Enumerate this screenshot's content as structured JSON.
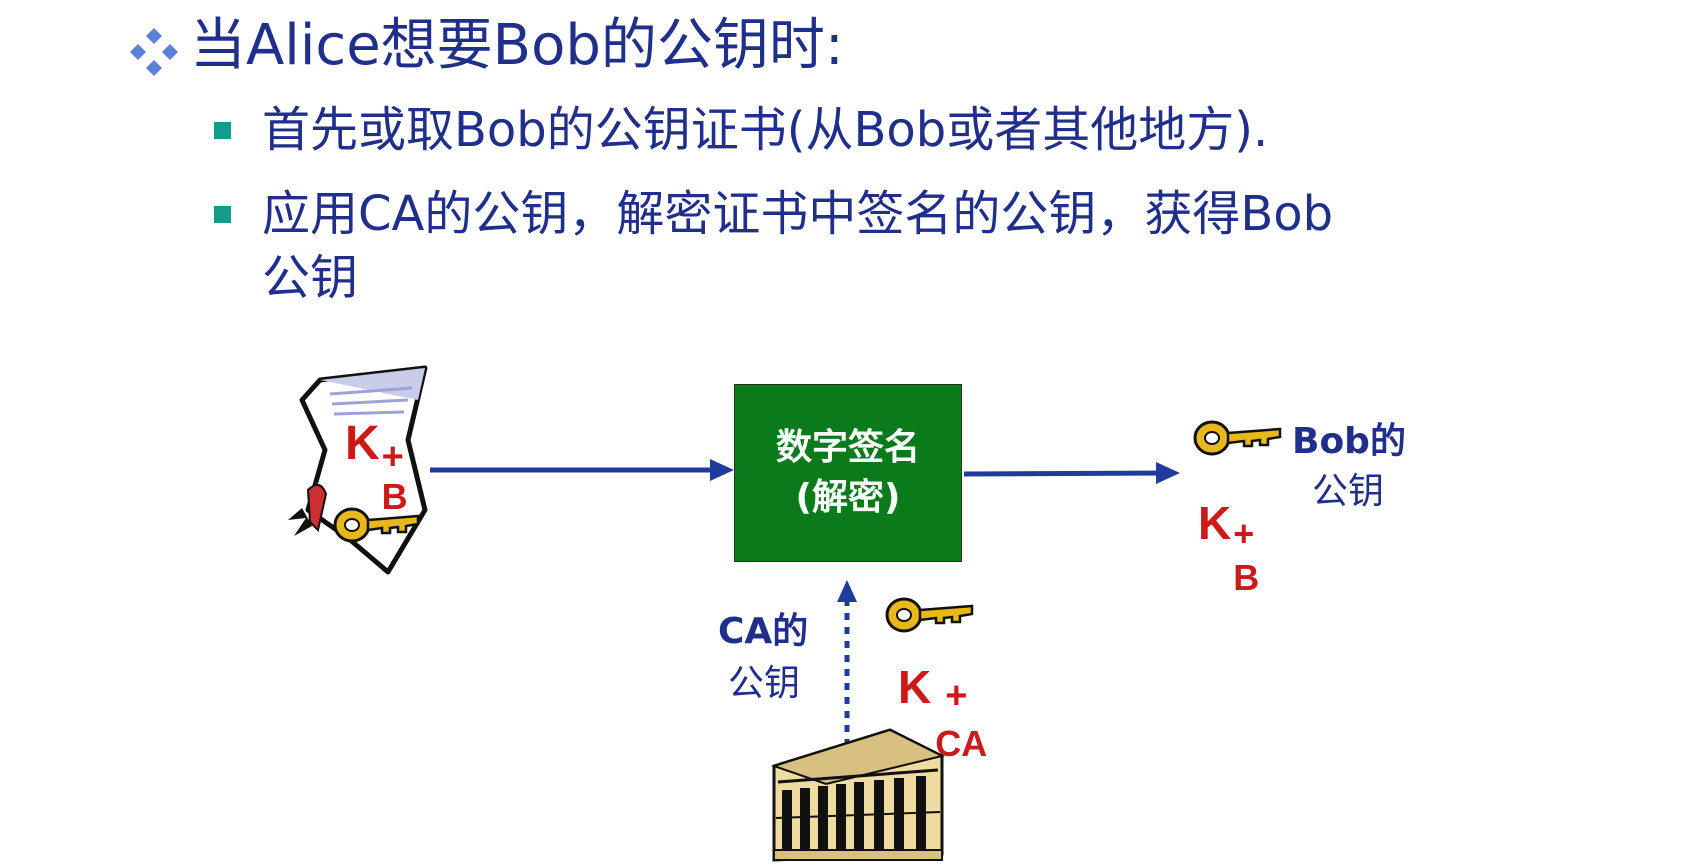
{
  "slide": {
    "title": "当Alice想要Bob的公钥时:",
    "bullets": [
      "首先或取Bob的公钥证书(从Bob或者其他地方).",
      "应用CA的公钥，解密证书中签名的公钥，获得Bob",
      "公钥"
    ]
  },
  "diagram": {
    "box_line1": "数字签名",
    "box_line2": "(解密)",
    "ca_label_line1": "CA的",
    "ca_label_line2": "公钥",
    "bob_label_line1": "Bob的",
    "bob_label_line2": "公钥",
    "cert_key": {
      "k": "K",
      "sub": "B",
      "sup": "+"
    },
    "ca_key": {
      "k": "K",
      "sub": "CA",
      "sup": "+"
    },
    "bob_key": {
      "k": "K",
      "sub": "B",
      "sup": "+"
    },
    "icons": [
      "certificate-icon",
      "key-icon",
      "ca-building-icon"
    ]
  },
  "colors": {
    "text_blue": "#1f2f8a",
    "box_green": "#0a7a1b",
    "key_red": "#cc1a1a",
    "bullet_teal": "#159a8c",
    "arrow_blue": "#1f3c9c"
  }
}
